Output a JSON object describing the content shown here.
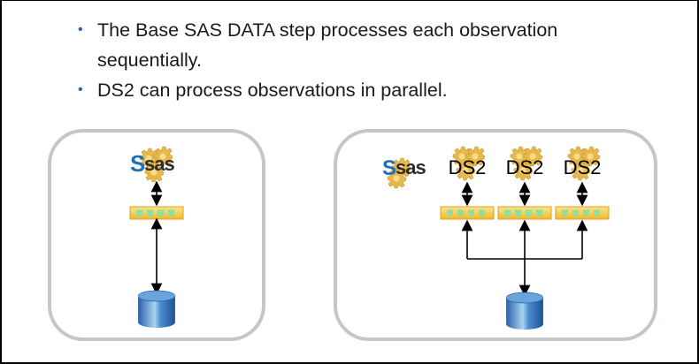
{
  "bullets": [
    {
      "text": "The Base SAS DATA step processes each observation sequentially."
    },
    {
      "text": "DS2 can process observations in parallel."
    }
  ],
  "bullet_glyph": "•",
  "left_panel": {
    "engine_label": "sas",
    "engine_icon": "sas-gear-logo-icon",
    "buffer_slots": 4,
    "storage_icon": "database-cylinder-icon"
  },
  "right_panel": {
    "sas_label": "sas",
    "threads": [
      {
        "label": "DS2",
        "buffer_slots": 4
      },
      {
        "label": "DS2",
        "buffer_slots": 4
      },
      {
        "label": "DS2",
        "buffer_slots": 4
      }
    ],
    "storage_icon": "database-cylinder-icon"
  },
  "colors": {
    "panel_border": "#c3c8c6",
    "gear": "#e8b84a",
    "buffer_bar": "#f7cc4a",
    "buffer_slot": "#8ee0a0",
    "cylinder": "#3a78c0",
    "arrow": "#000000",
    "sas_blue": "#1e6fb6"
  }
}
